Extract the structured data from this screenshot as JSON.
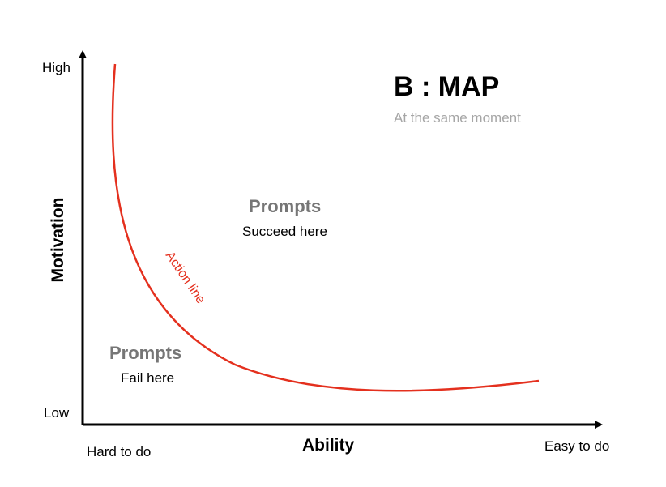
{
  "title": "B : MAP",
  "subtitle": "At the same moment",
  "colors": {
    "axis": "#000000",
    "action_line": "#e4301e",
    "prompts_heading": "#767676",
    "subtitle": "#a6a6a6"
  },
  "axes": {
    "y": {
      "title": "Motivation",
      "high_label": "High",
      "low_label": "Low"
    },
    "x": {
      "title": "Ability",
      "left_label": "Hard to do",
      "right_label": "Easy to do"
    }
  },
  "curve": {
    "label": "Action line"
  },
  "regions": {
    "above": {
      "heading": "Prompts",
      "text": "Succeed here"
    },
    "below": {
      "heading": "Prompts",
      "text": "Fail here"
    }
  }
}
